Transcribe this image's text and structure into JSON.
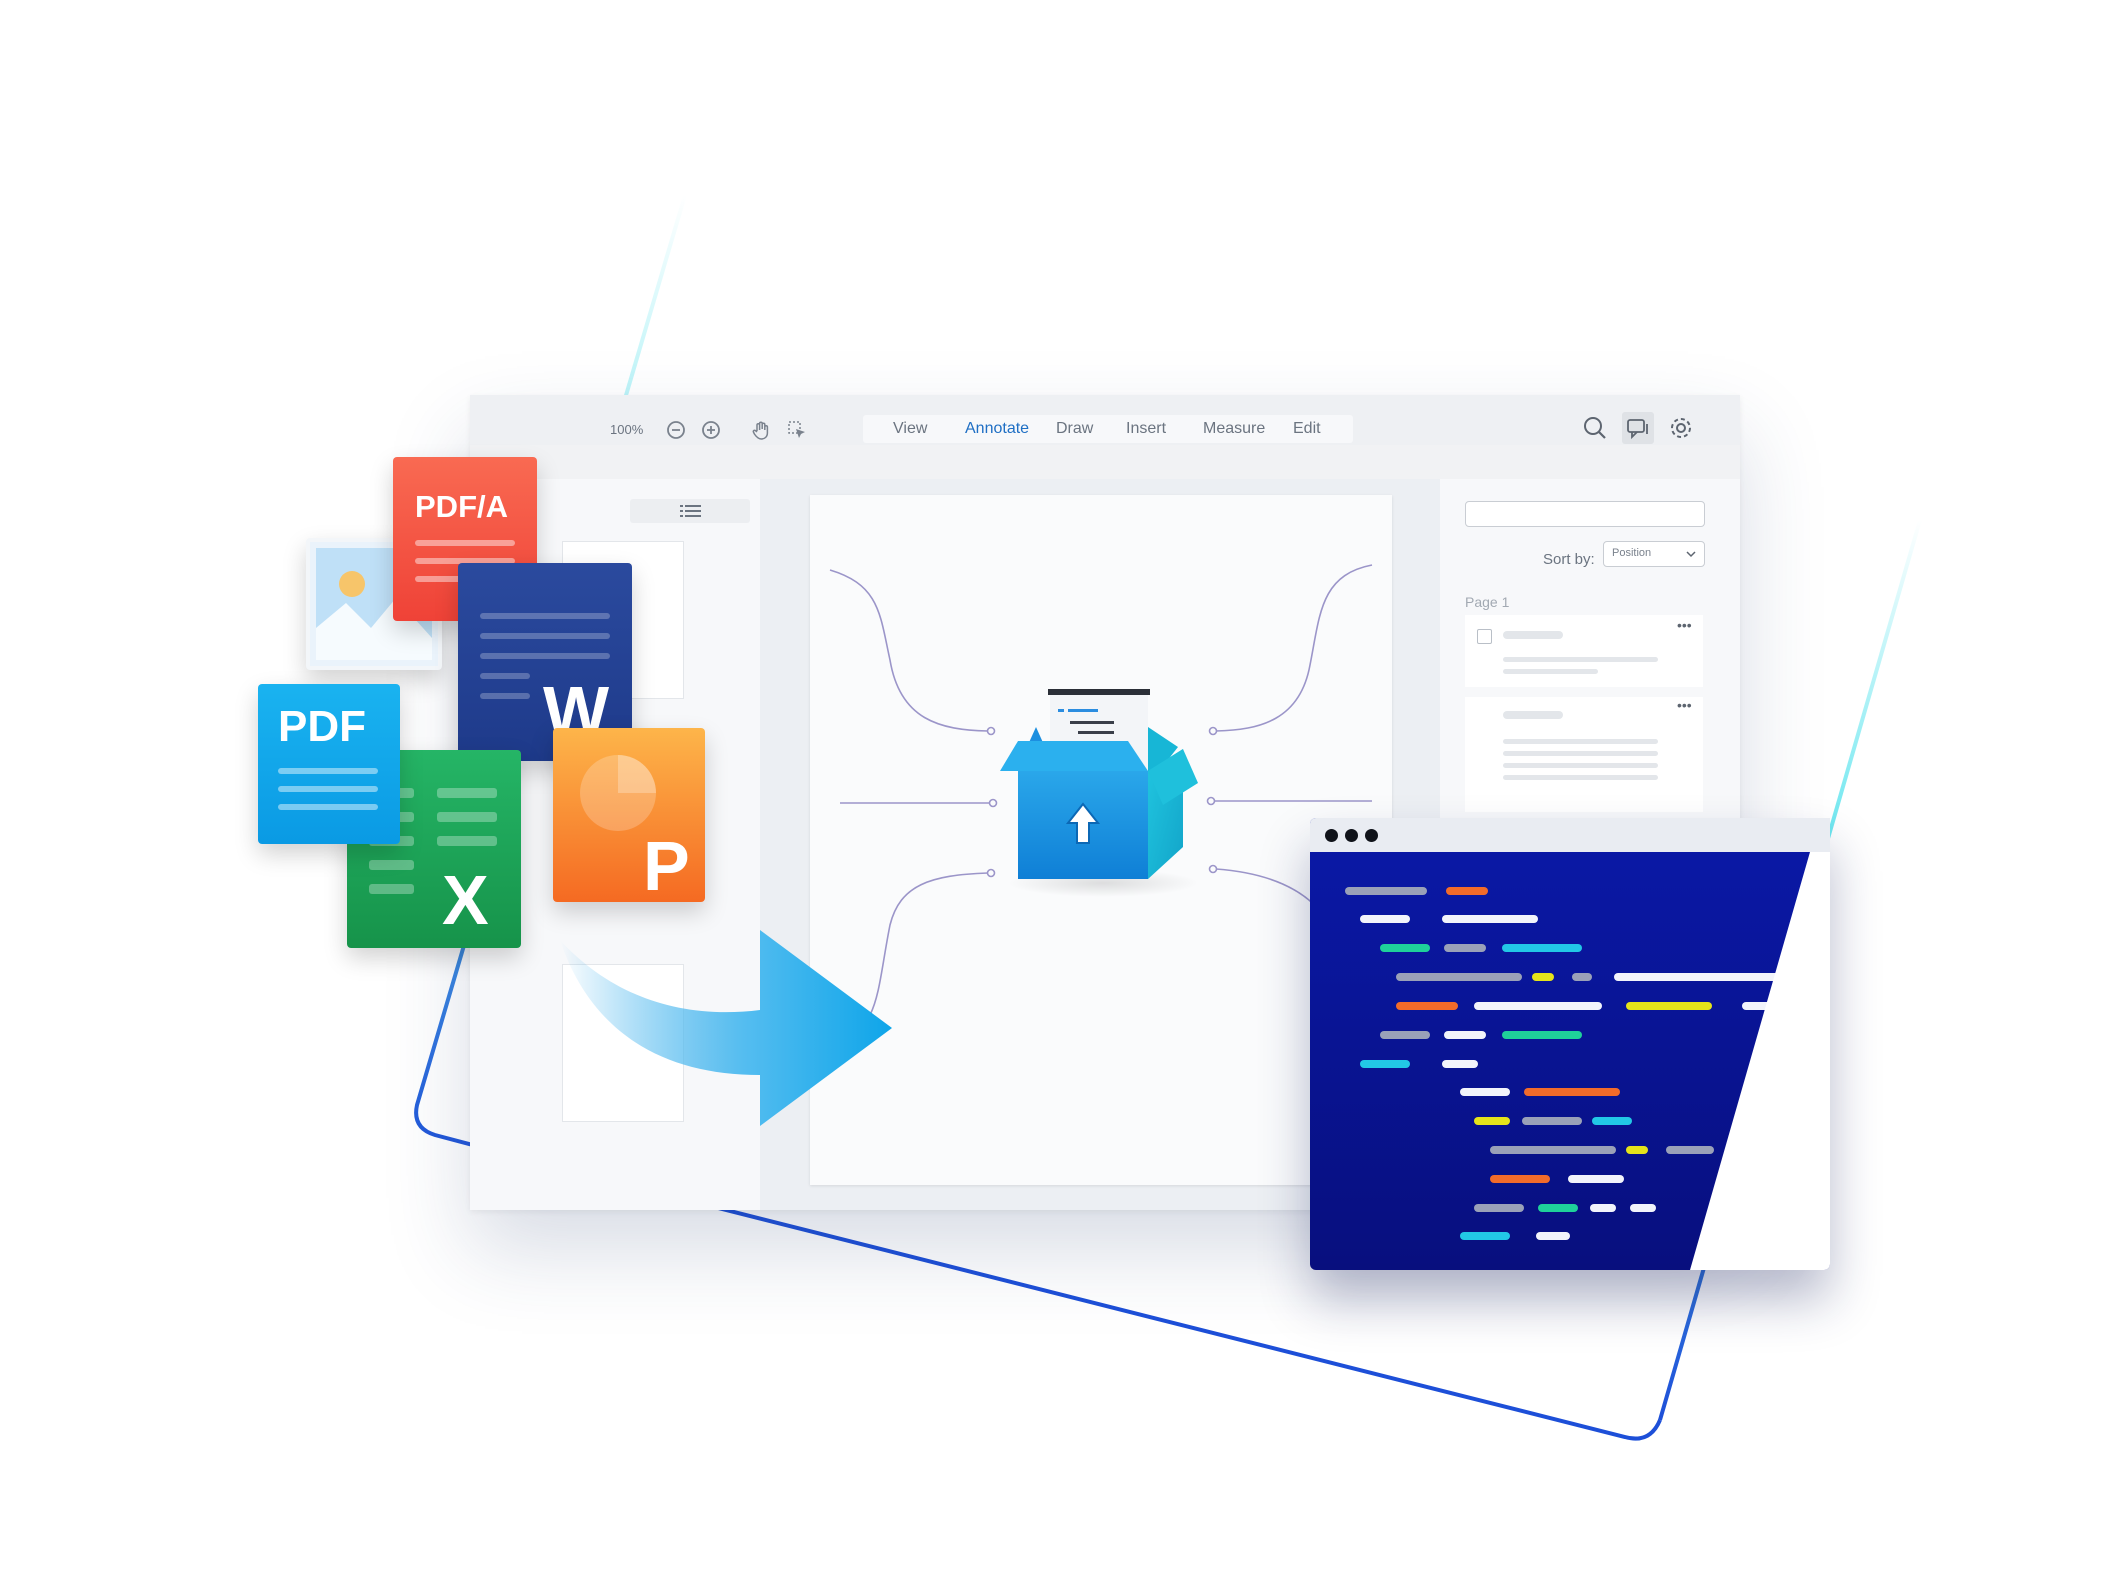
{
  "toolbar": {
    "zoom_text": "100%",
    "tabs": [
      {
        "label": "View",
        "active": false
      },
      {
        "label": "Annotate",
        "active": true
      },
      {
        "label": "Draw",
        "active": false
      },
      {
        "label": "Insert",
        "active": false
      },
      {
        "label": "Measure",
        "active": false
      },
      {
        "label": "Edit",
        "active": false
      }
    ],
    "icons": [
      "zoom-out-icon",
      "zoom-in-icon",
      "pan-hand-icon",
      "select-cursor-icon",
      "search-icon",
      "comments-icon",
      "settings-gear-icon"
    ]
  },
  "right_panel": {
    "search_placeholder": "",
    "sort_label": "Sort by:",
    "sort_value": "Position",
    "page_heading": "Page 1"
  },
  "file_types": {
    "pdfa": "PDF/A",
    "pdf": "PDF",
    "word": "W",
    "excel": "X",
    "powerpoint": "P",
    "image": "image-file-icon"
  },
  "colors": {
    "accent": "#1f6fc4",
    "code_bg": "#0a19a8",
    "outline_blue": "#1d4fd8",
    "outline_cyan": "#6ee7f0",
    "pdfa": "#ef4b3c",
    "pdf": "#0ea5e9",
    "word": "#1e3a8a",
    "excel": "#16a34a",
    "powerpoint": "#f97316",
    "code_gray": "#9aa1b8",
    "code_orange": "#f26b2a",
    "code_white": "#f2f4fb",
    "code_green": "#1fd19a",
    "code_cyan": "#22c8e6",
    "code_yellow": "#e5e41a"
  }
}
